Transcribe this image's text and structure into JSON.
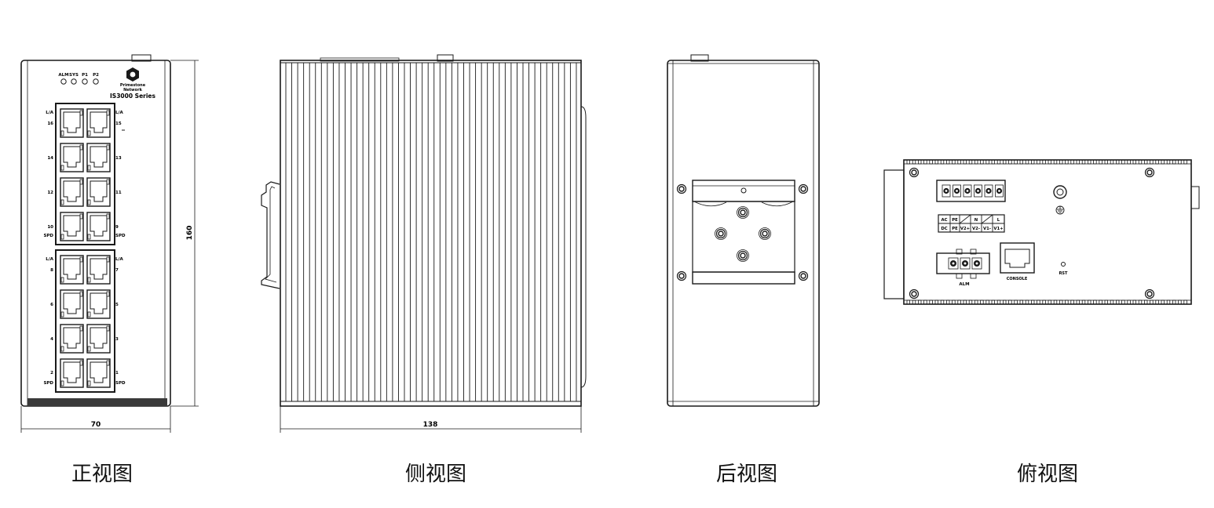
{
  "captions": {
    "front": "正视图",
    "side": "侧视图",
    "rear": "后视图",
    "top": "俯视图"
  },
  "front_view": {
    "leds": [
      "ALM",
      "SYS",
      "P1",
      "P2"
    ],
    "brand": [
      "Primestone",
      "Network"
    ],
    "series": "IS3000 Series",
    "port_labels_left": [
      "L/A",
      "16",
      "14",
      "12",
      "10",
      "SPD",
      "L/A",
      "8",
      "6",
      "4",
      "2",
      "SPD"
    ],
    "port_labels_right": [
      "L/A",
      "15",
      "13",
      "11",
      "9",
      "SPD",
      "L/A",
      "7",
      "5",
      "3",
      "1",
      "SPD"
    ],
    "width_dim": "70",
    "height_dim": "160"
  },
  "side_view": {
    "depth_dim": "138"
  },
  "top_view": {
    "terminal_rows": [
      [
        "AC",
        "PE",
        "",
        "N",
        "",
        "L"
      ],
      [
        "DC",
        "PE",
        "V2+",
        "V2-",
        "V1-",
        "V1+"
      ]
    ],
    "alm_label": "ALM",
    "console_label": "CONSOLE",
    "rst_label": "RST"
  },
  "colors": {
    "line": "#1a1a1a",
    "fill": "#ffffff",
    "shade": "#3a3a3a"
  }
}
